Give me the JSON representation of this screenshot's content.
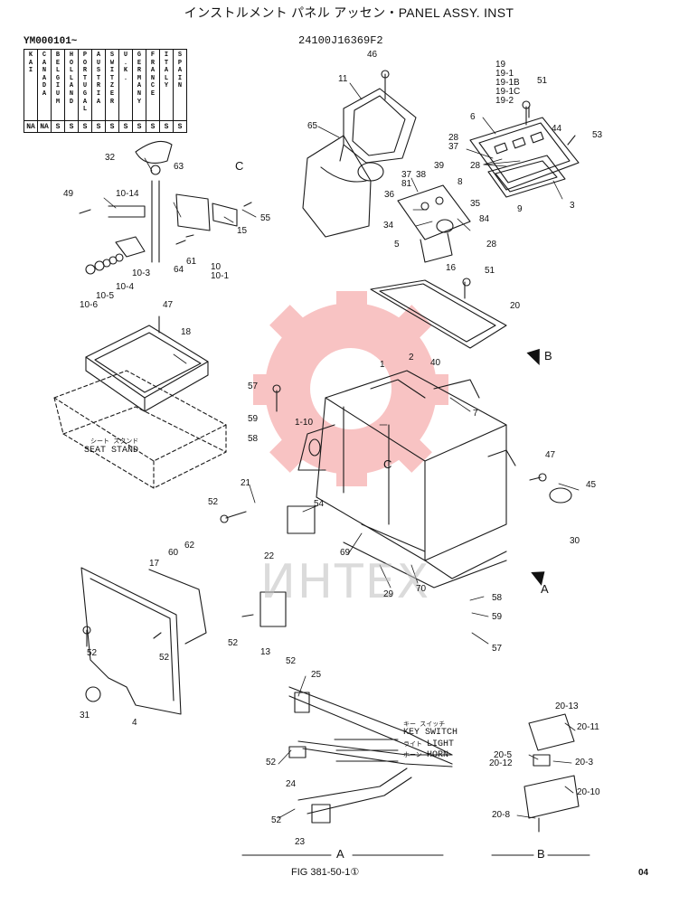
{
  "header": {
    "title": "インストルメント パネル アッセン・PANEL ASSY. INST",
    "serial": "YM000101~",
    "drawing_number": "24100J16369F2",
    "figure": "FIG 381-50-1①",
    "page": "04"
  },
  "country_table": {
    "countries": [
      "KAI",
      "CANADA",
      "BELGIUM",
      "HOLLAND",
      "PORTUGAL",
      "AUSTRIA",
      "SWITZER",
      "U.K.",
      "GERMANY",
      "FRANCE",
      "ITALY",
      "SPAIN"
    ],
    "codes": [
      "NA",
      "NA",
      "S",
      "S",
      "S",
      "S",
      "S",
      "S",
      "S",
      "S",
      "S",
      "S"
    ]
  },
  "views": {
    "a": "A",
    "b": "B",
    "c": "C"
  },
  "notes": {
    "seat_stand": "SEAT STAND",
    "seat_stand_jp": "シート スタンド",
    "key_switch_jp": "キー スイッチ",
    "key_switch": "KEY SWITCH",
    "light_jp": "ライト",
    "light": "LIGHT",
    "horn_jp": "ホーン",
    "horn": "HORN"
  },
  "watermark": "ИНТЕХ",
  "colors": {
    "line": "#1a1a1a",
    "watermark": "#f06a6a"
  },
  "callouts": [
    "46",
    "11",
    "65",
    "19",
    "19-1",
    "19-1B",
    "19-1C",
    "19-2",
    "51",
    "6",
    "44",
    "53",
    "28",
    "37",
    "28",
    "39",
    "3",
    "37",
    "38",
    "81",
    "8",
    "9",
    "36",
    "35",
    "34",
    "84",
    "28",
    "5",
    "16",
    "32",
    "63",
    "49",
    "10-14",
    "55",
    "15",
    "10-3",
    "64",
    "61",
    "10",
    "10-1",
    "10-4",
    "10-5",
    "10-6",
    "51",
    "20",
    "47",
    "18",
    "2",
    "40",
    "1",
    "57",
    "59",
    "1-10",
    "58",
    "7",
    "47",
    "45",
    "30",
    "52",
    "21",
    "54",
    "22",
    "69",
    "29",
    "70",
    "17",
    "60",
    "62",
    "58",
    "59",
    "57",
    "52",
    "52",
    "13",
    "52",
    "31",
    "4",
    "52",
    "25",
    "52",
    "24",
    "52",
    "23",
    "20-13",
    "20-11",
    "20-5",
    "20-12",
    "20-3",
    "20-10",
    "20-8"
  ]
}
